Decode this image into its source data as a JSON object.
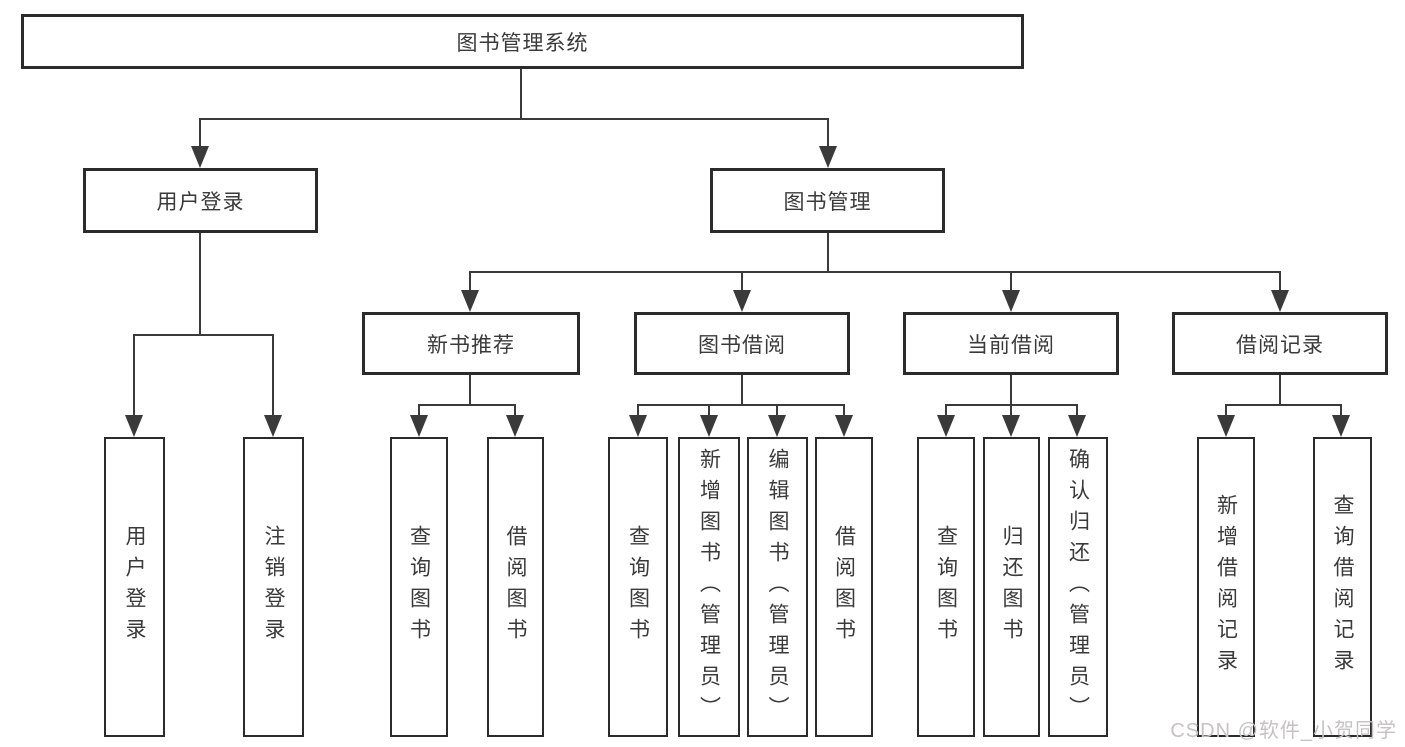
{
  "tree": {
    "root": {
      "label": "图书管理系统"
    },
    "branches": [
      {
        "label": "用户登录",
        "leaves": [
          "用户登录",
          "注销登录"
        ]
      },
      {
        "label": "图书管理",
        "groups": [
          {
            "label": "新书推荐",
            "leaves": [
              "查询图书",
              "借阅图书"
            ]
          },
          {
            "label": "图书借阅",
            "leaves": [
              "查询图书",
              "新增图书（管理员）",
              "编辑图书（管理员）",
              "借阅图书"
            ]
          },
          {
            "label": "当前借阅",
            "leaves": [
              "查询图书",
              "归还图书",
              "确认归还（管理员）"
            ]
          },
          {
            "label": "借阅记录",
            "leaves": [
              "新增借阅记录",
              "查询借阅记录"
            ]
          }
        ]
      }
    ]
  },
  "watermark": {
    "text": "CSDN @软件_小贺同学"
  },
  "colors": {
    "background": "#ffffff",
    "box_border": "#2b2b2b",
    "line": "#3a3a3a",
    "text": "#3a3a3a",
    "watermark": "#c6c2c2"
  }
}
